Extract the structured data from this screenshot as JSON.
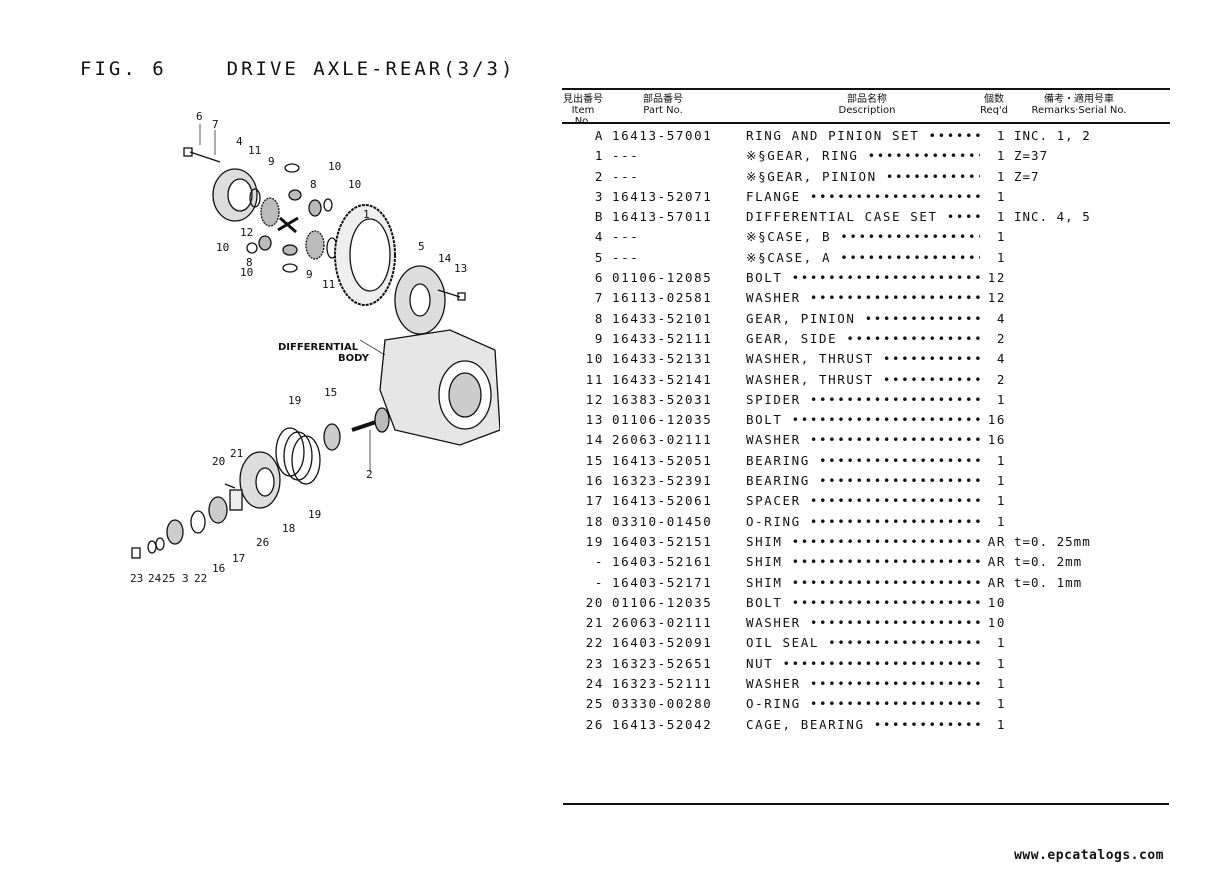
{
  "header": {
    "fig": "FIG. 6",
    "title": "DRIVE AXLE-REAR(3/3)"
  },
  "table": {
    "headers": {
      "item_jp": "見出番号",
      "item_en": "Item No.",
      "part_jp": "部品番号",
      "part_en": "Part No.",
      "desc_jp": "部品名称",
      "desc_en": "Description",
      "req_jp": "個数",
      "req_en": "Req'd",
      "rem_jp": "備考・適用号車",
      "rem_en": "Remarks·Serial No."
    },
    "rows": [
      {
        "item": "A",
        "part": "16413-57001",
        "desc": "RING AND PINION SET",
        "req": "1",
        "rem": "INC. 1, 2"
      },
      {
        "item": "1",
        "part": "---",
        "desc": "※§GEAR, RING",
        "req": "1",
        "rem": "Z=37"
      },
      {
        "item": "2",
        "part": "---",
        "desc": "※§GEAR, PINION",
        "req": "1",
        "rem": "Z=7"
      },
      {
        "item": "3",
        "part": "16413-52071",
        "desc": "FLANGE",
        "req": "1",
        "rem": ""
      },
      {
        "item": "B",
        "part": "16413-57011",
        "desc": "DIFFERENTIAL CASE SET",
        "req": "1",
        "rem": "INC. 4, 5"
      },
      {
        "item": "4",
        "part": "---",
        "desc": "※§CASE, B",
        "req": "1",
        "rem": ""
      },
      {
        "item": "5",
        "part": "---",
        "desc": "※§CASE, A",
        "req": "1",
        "rem": ""
      },
      {
        "item": "6",
        "part": "01106-12085",
        "desc": "BOLT",
        "req": "12",
        "rem": ""
      },
      {
        "item": "7",
        "part": "16113-02581",
        "desc": "WASHER",
        "req": "12",
        "rem": ""
      },
      {
        "item": "8",
        "part": "16433-52101",
        "desc": "GEAR, PINION",
        "req": "4",
        "rem": ""
      },
      {
        "item": "9",
        "part": "16433-52111",
        "desc": "GEAR, SIDE",
        "req": "2",
        "rem": ""
      },
      {
        "item": "10",
        "part": "16433-52131",
        "desc": "WASHER, THRUST",
        "req": "4",
        "rem": ""
      },
      {
        "item": "11",
        "part": "16433-52141",
        "desc": "WASHER, THRUST",
        "req": "2",
        "rem": ""
      },
      {
        "item": "12",
        "part": "16383-52031",
        "desc": "SPIDER",
        "req": "1",
        "rem": ""
      },
      {
        "item": "13",
        "part": "01106-12035",
        "desc": "BOLT",
        "req": "16",
        "rem": ""
      },
      {
        "item": "14",
        "part": "26063-02111",
        "desc": "WASHER",
        "req": "16",
        "rem": ""
      },
      {
        "item": "15",
        "part": "16413-52051",
        "desc": "BEARING",
        "req": "1",
        "rem": ""
      },
      {
        "item": "16",
        "part": "16323-52391",
        "desc": "BEARING",
        "req": "1",
        "rem": ""
      },
      {
        "item": "17",
        "part": "16413-52061",
        "desc": "SPACER",
        "req": "1",
        "rem": ""
      },
      {
        "item": "18",
        "part": "03310-01450",
        "desc": "O-RING",
        "req": "1",
        "rem": ""
      },
      {
        "item": "19",
        "part": "16403-52151",
        "desc": "SHIM",
        "req": "AR",
        "rem": "t=0. 25mm"
      },
      {
        "item": "-",
        "part": "16403-52161",
        "desc": "SHIM",
        "req": "AR",
        "rem": "t=0. 2mm"
      },
      {
        "item": "-",
        "part": "16403-52171",
        "desc": "SHIM",
        "req": "AR",
        "rem": "t=0. 1mm"
      },
      {
        "item": "20",
        "part": "01106-12035",
        "desc": "BOLT",
        "req": "10",
        "rem": ""
      },
      {
        "item": "21",
        "part": "26063-02111",
        "desc": "WASHER",
        "req": "10",
        "rem": ""
      },
      {
        "item": "22",
        "part": "16403-52091",
        "desc": "OIL SEAL",
        "req": "1",
        "rem": ""
      },
      {
        "item": "23",
        "part": "16323-52651",
        "desc": "NUT",
        "req": "1",
        "rem": ""
      },
      {
        "item": "24",
        "part": "16323-52111",
        "desc": "WASHER",
        "req": "1",
        "rem": ""
      },
      {
        "item": "25",
        "part": "03330-00280",
        "desc": "O-RING",
        "req": "1",
        "rem": ""
      },
      {
        "item": "26",
        "part": "16413-52042",
        "desc": "CAGE, BEARING",
        "req": "1",
        "rem": ""
      }
    ]
  },
  "diagram": {
    "labels": [
      "6",
      "7",
      "4",
      "11",
      "9",
      "10",
      "8",
      "10",
      "1",
      "12",
      "10",
      "8",
      "10",
      "9",
      "11",
      "5",
      "14",
      "13",
      "15",
      "19",
      "2",
      "21",
      "20",
      "18",
      "19",
      "26",
      "17",
      "16",
      "23",
      "24",
      "25",
      "3",
      "22"
    ],
    "differential_body_line1": "DIFFERENTIAL",
    "differential_body_line2": "BODY"
  },
  "footer": {
    "url": "www.epcatalogs.com"
  }
}
